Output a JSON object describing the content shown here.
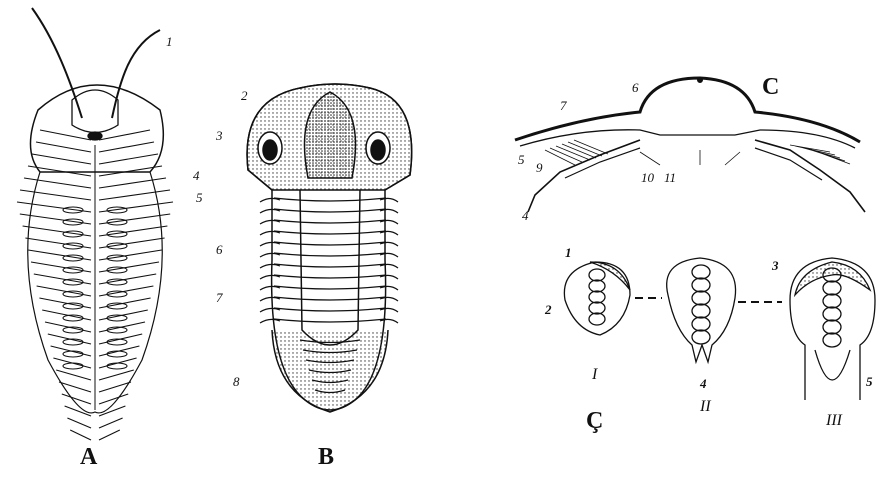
{
  "panels": {
    "a": "A",
    "b": "B",
    "c": "C",
    "d": "Ç"
  },
  "a_callouts": {
    "n1": "1",
    "n4": "4",
    "n5": "5"
  },
  "b_callouts": {
    "n2": "2",
    "n3": "3",
    "n6": "6",
    "n7": "7",
    "n8": "8"
  },
  "c_callouts": {
    "n4": "4",
    "n5": "5",
    "n6": "6",
    "n7": "7",
    "n9": "9",
    "n10": "10",
    "n11": "11"
  },
  "d_callouts": {
    "n1": "1",
    "n2": "2",
    "n3": "3",
    "n4": "4",
    "n5": "5"
  },
  "d_stages": {
    "s1": "I",
    "s2": "II",
    "s3": "III"
  }
}
